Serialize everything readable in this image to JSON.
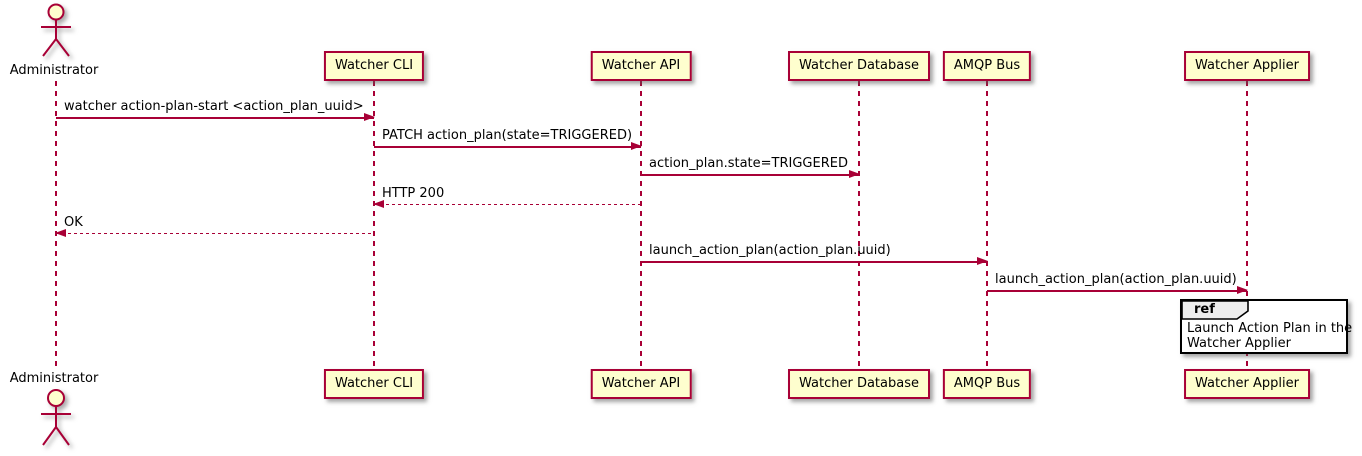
{
  "diagram_type": "plantuml-sequence",
  "colors": {
    "accent": "#A80036",
    "participant_fill": "#FEFECE",
    "ref_header_fill": "#EEEEEE",
    "ref_border": "#000000",
    "text": "#000000",
    "background": "#FFFFFF"
  },
  "participants": [
    {
      "label": "Administrator",
      "kind": "actor"
    },
    {
      "label": "Watcher CLI",
      "kind": "box"
    },
    {
      "label": "Watcher API",
      "kind": "box"
    },
    {
      "label": "Watcher Database",
      "kind": "box"
    },
    {
      "label": "AMQP Bus",
      "kind": "box"
    },
    {
      "label": "Watcher Applier",
      "kind": "box"
    }
  ],
  "messages": [
    {
      "label": "watcher action-plan-start <action_plan_uuid>",
      "from": "Administrator",
      "to": "Watcher CLI",
      "style": "solid",
      "direction": "right"
    },
    {
      "label": "PATCH action_plan(state=TRIGGERED)",
      "from": "Watcher CLI",
      "to": "Watcher API",
      "style": "solid",
      "direction": "right"
    },
    {
      "label": "action_plan.state=TRIGGERED",
      "from": "Watcher API",
      "to": "Watcher Database",
      "style": "solid",
      "direction": "right"
    },
    {
      "label": "HTTP 200",
      "from": "Watcher API",
      "to": "Watcher CLI",
      "style": "dashed",
      "direction": "left"
    },
    {
      "label": "OK",
      "from": "Watcher CLI",
      "to": "Administrator",
      "style": "dashed",
      "direction": "left"
    },
    {
      "label": "launch_action_plan(action_plan.uuid)",
      "from": "Watcher API",
      "to": "AMQP Bus",
      "style": "solid",
      "direction": "right"
    },
    {
      "label": "launch_action_plan(action_plan.uuid)",
      "from": "AMQP Bus",
      "to": "Watcher Applier",
      "style": "solid",
      "direction": "right"
    }
  ],
  "ref": {
    "keyword": "ref",
    "lines": [
      "Launch Action Plan in the",
      "Watcher Applier"
    ],
    "over": "Watcher Applier"
  }
}
